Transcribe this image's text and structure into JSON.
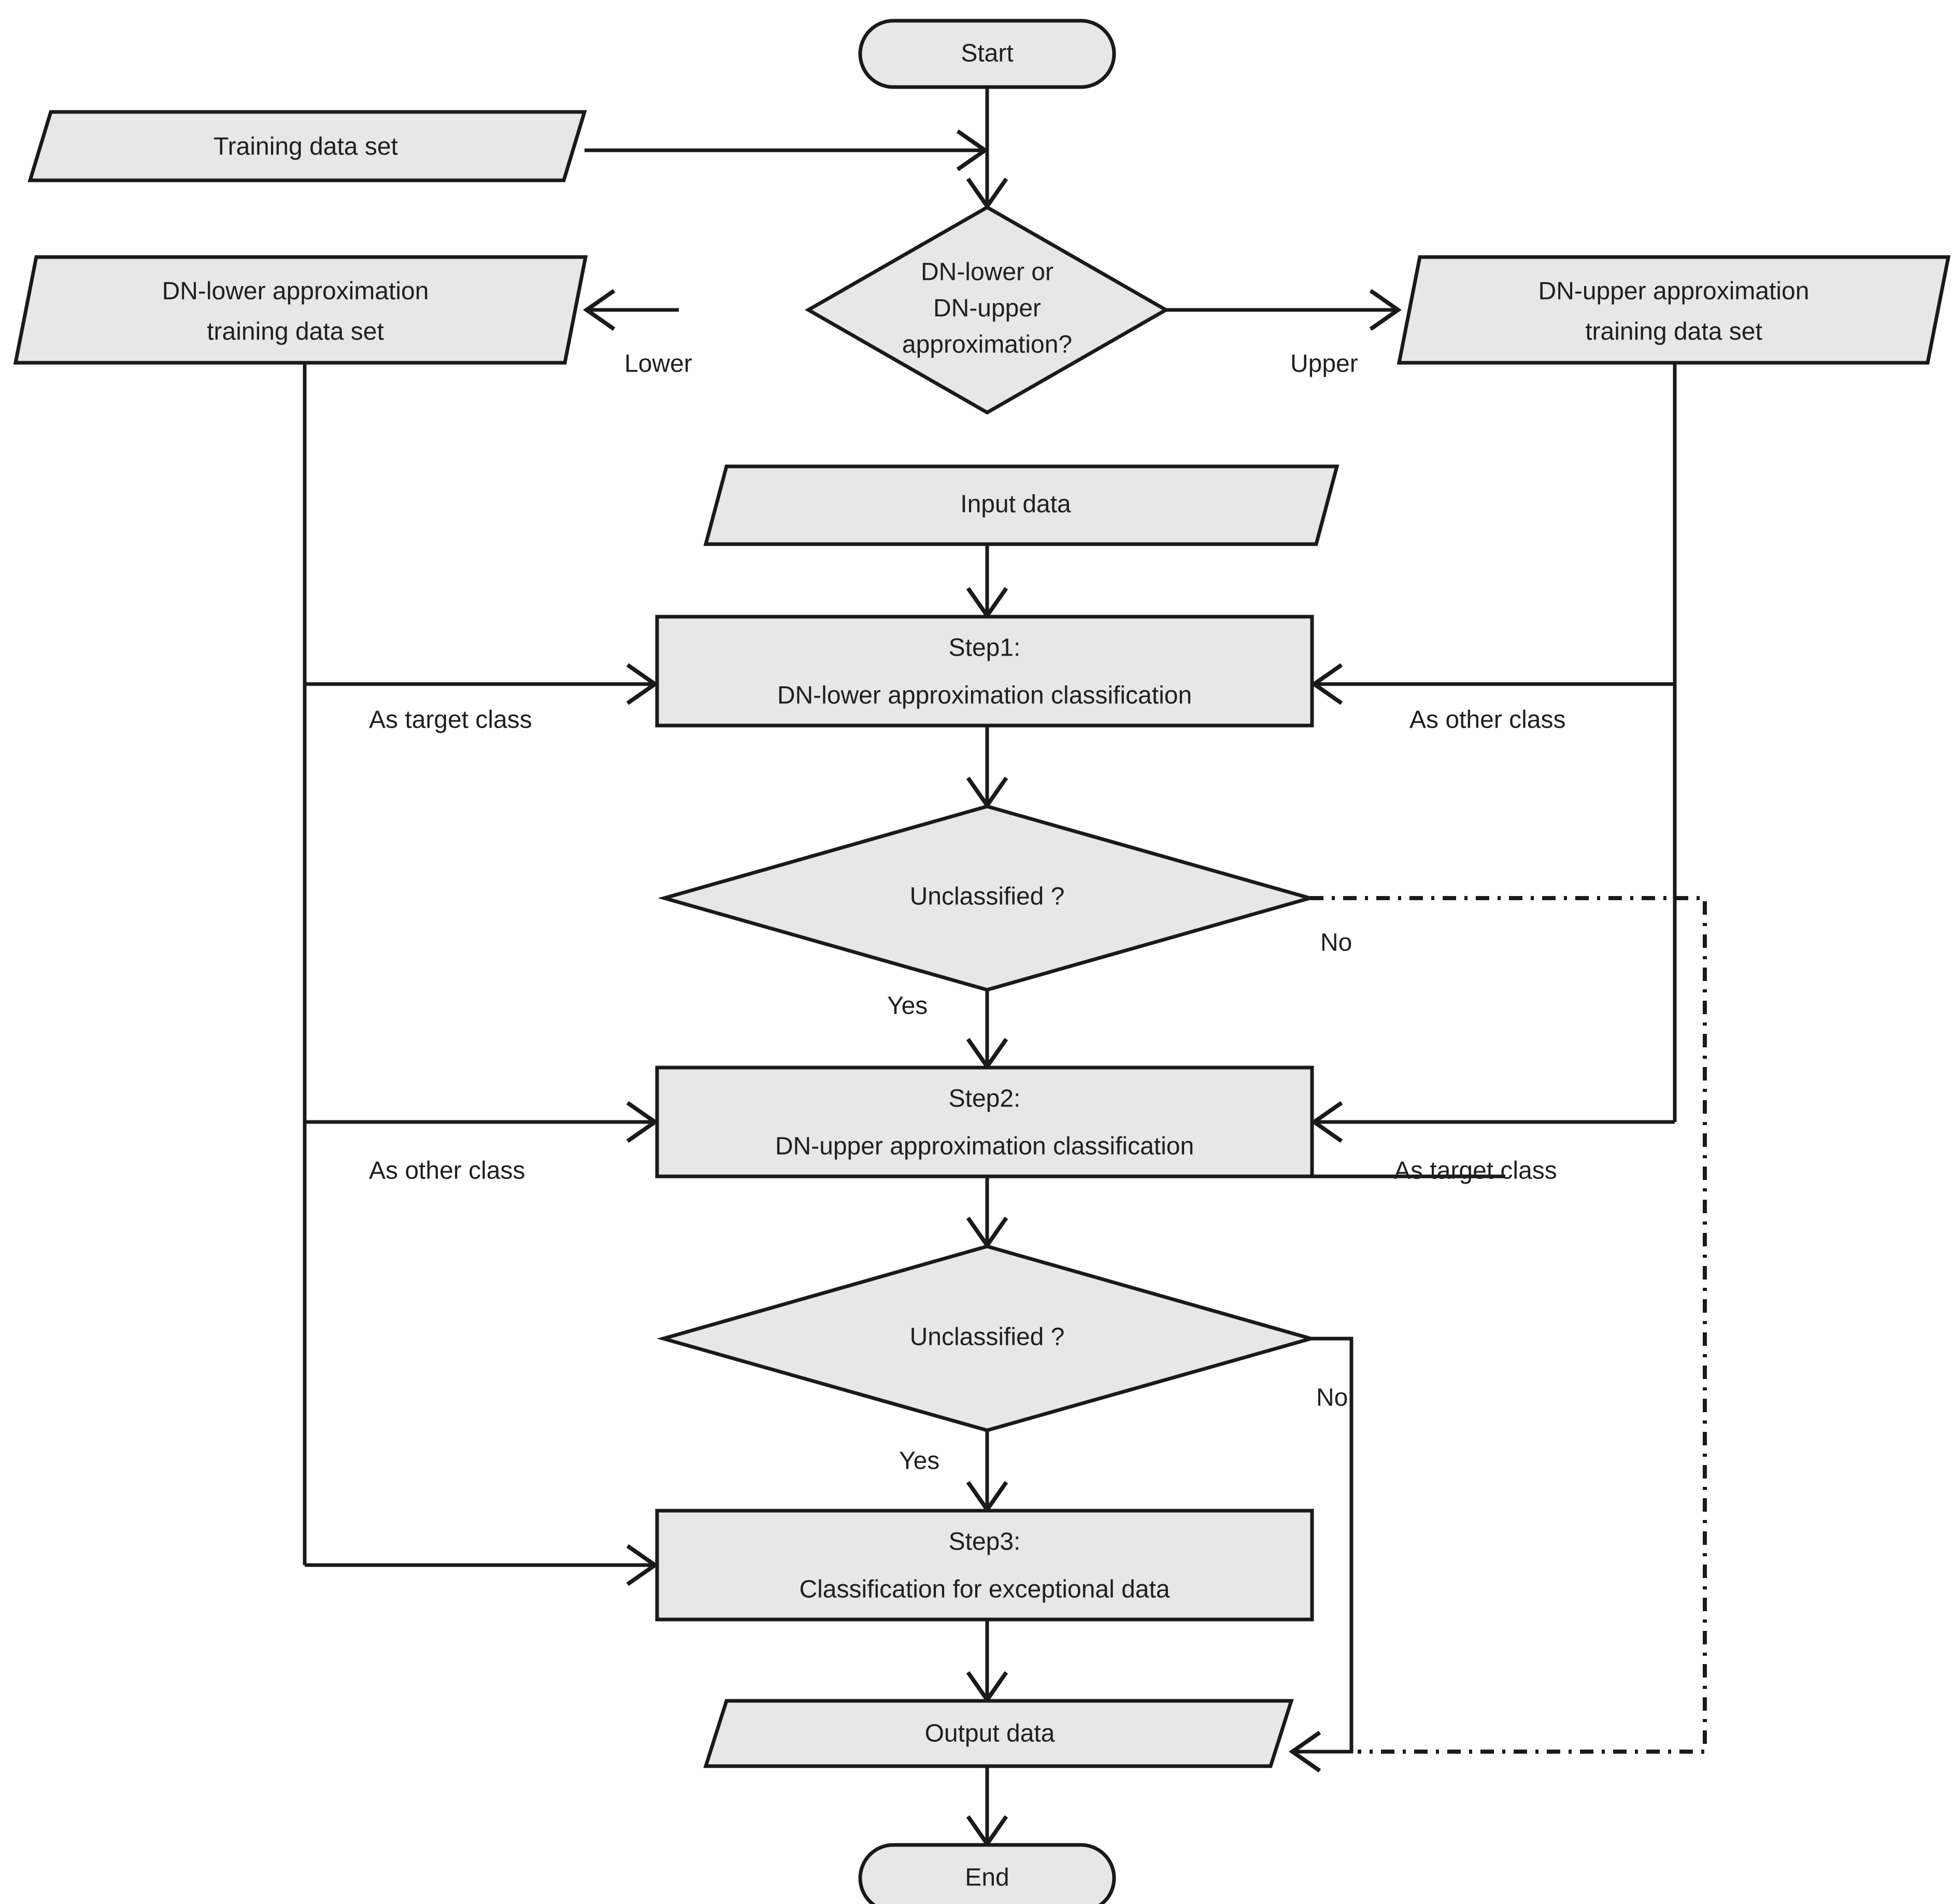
{
  "diagram": {
    "type": "flowchart",
    "title": "",
    "background_color": "#ffffff",
    "node_fill_color": "#e7e7e7",
    "node_stroke_color": "#1a1a1a",
    "text_color": "#1f1f1f"
  },
  "nodes": {
    "start": {
      "label": "Start",
      "shape": "terminator"
    },
    "training_data_set": {
      "label": "Training data set",
      "shape": "data-parallelogram"
    },
    "decision_approx": {
      "label_line1": "DN-lower or",
      "label_line2": "DN-upper",
      "label_line3": "approximation?",
      "shape": "decision-diamond"
    },
    "lower_training": {
      "label_line1": "DN-lower approximation",
      "label_line2": "training data set",
      "shape": "data-parallelogram"
    },
    "upper_training": {
      "label_line1": "DN-upper approximation",
      "label_line2": "training data set",
      "shape": "data-parallelogram"
    },
    "input_data": {
      "label": "Input data",
      "shape": "data-parallelogram"
    },
    "step1": {
      "label_line1": "Step1:",
      "label_line2": "DN-lower approximation classification",
      "shape": "process-rect"
    },
    "decision_unclassified_1": {
      "label": "Unclassified ?",
      "shape": "decision-diamond"
    },
    "step2": {
      "label_line1": "Step2:",
      "label_line2": "DN-upper approximation classification",
      "shape": "process-rect"
    },
    "decision_unclassified_2": {
      "label": "Unclassified ?",
      "shape": "decision-diamond"
    },
    "step3": {
      "label_line1": "Step3:",
      "label_line2": "Classification for exceptional data",
      "shape": "process-rect"
    },
    "output_data": {
      "label": "Output data",
      "shape": "data-parallelogram"
    },
    "end": {
      "label": "End",
      "shape": "terminator"
    }
  },
  "edge_labels": {
    "lower": "Lower",
    "upper": "Upper",
    "as_target_class_left": "As target class",
    "as_other_class_right": "As other class",
    "no_1": "No",
    "yes_1": "Yes",
    "as_other_class_left": "As other class",
    "as_target_class_right": "As target class",
    "no_2": "No",
    "yes_2": "Yes"
  }
}
